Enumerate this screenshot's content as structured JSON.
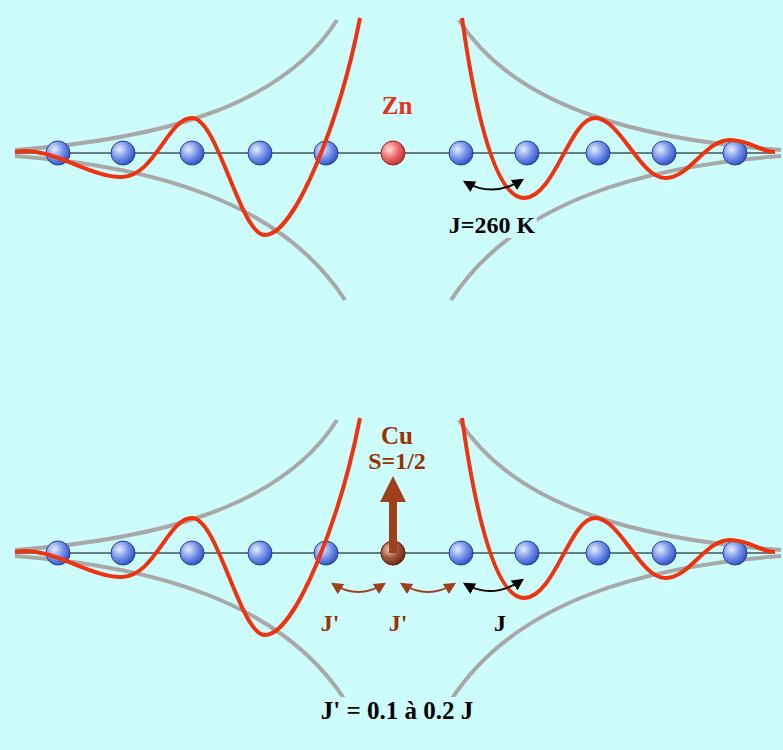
{
  "diagram": {
    "labels": [
      "Zn",
      "J=260 K",
      "Cu",
      "S=1/2",
      "J'",
      "J'",
      "J",
      "J' = 0.1 à 0.2 J"
    ]
  }
}
